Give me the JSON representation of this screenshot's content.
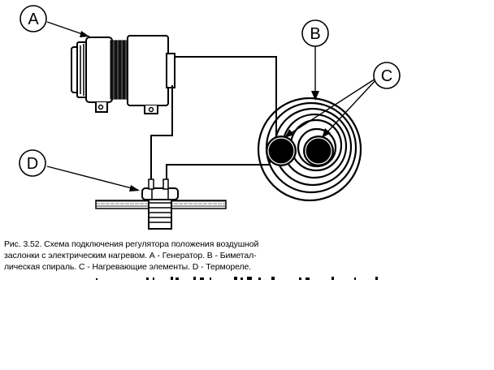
{
  "labels": {
    "generator": "A",
    "bimetal_spiral": "B",
    "heating_elements": "C",
    "thermo_relay": "D"
  },
  "caption": {
    "line1": "Рис. 3.52. Схема подключения регулятора положения воздушной",
    "line2": "заслонки с электрическим нагревом. А - Генератор. В - Биметал-",
    "line3": "лическая спираль. С - Нагревающие элементы. D - Термореле."
  }
}
